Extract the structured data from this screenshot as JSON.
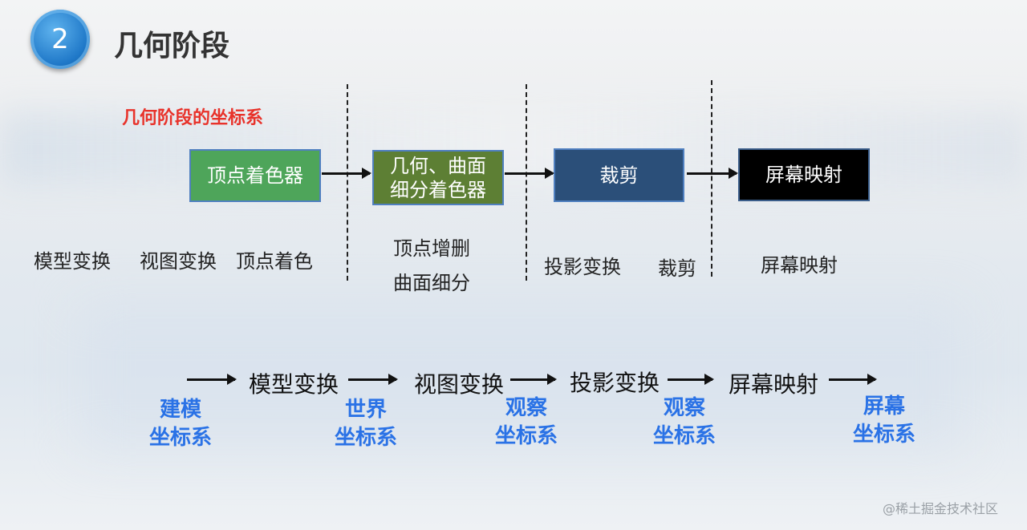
{
  "badge": "2",
  "title": "几何阶段",
  "subtitle": "几何阶段的坐标系",
  "pipeline": [
    {
      "label": "顶点着色器",
      "color": "#4ea55a"
    },
    {
      "label": "几何、曲面\n细分着色器",
      "line1": "几何、曲面",
      "line2": "细分着色器",
      "color": "#5d7f34"
    },
    {
      "label": "裁剪",
      "color": "#2b4f79"
    },
    {
      "label": "屏幕映射",
      "color": "#000000"
    }
  ],
  "stage_labels": [
    "模型变换",
    "视图变换",
    "顶点着色",
    "顶点增删",
    "曲面细分",
    "投影变换",
    "裁剪",
    "屏幕映射"
  ],
  "transforms": [
    "模型变换",
    "视图变换",
    "投影变换",
    "屏幕映射"
  ],
  "coord_systems": [
    {
      "l1": "建模",
      "l2": "坐标系"
    },
    {
      "l1": "世界",
      "l2": "坐标系"
    },
    {
      "l1": "观察",
      "l2": "坐标系"
    },
    {
      "l1": "观察",
      "l2": "坐标系"
    },
    {
      "l1": "屏幕",
      "l2": "坐标系"
    }
  ],
  "watermark": "@稀土掘金技术社区"
}
